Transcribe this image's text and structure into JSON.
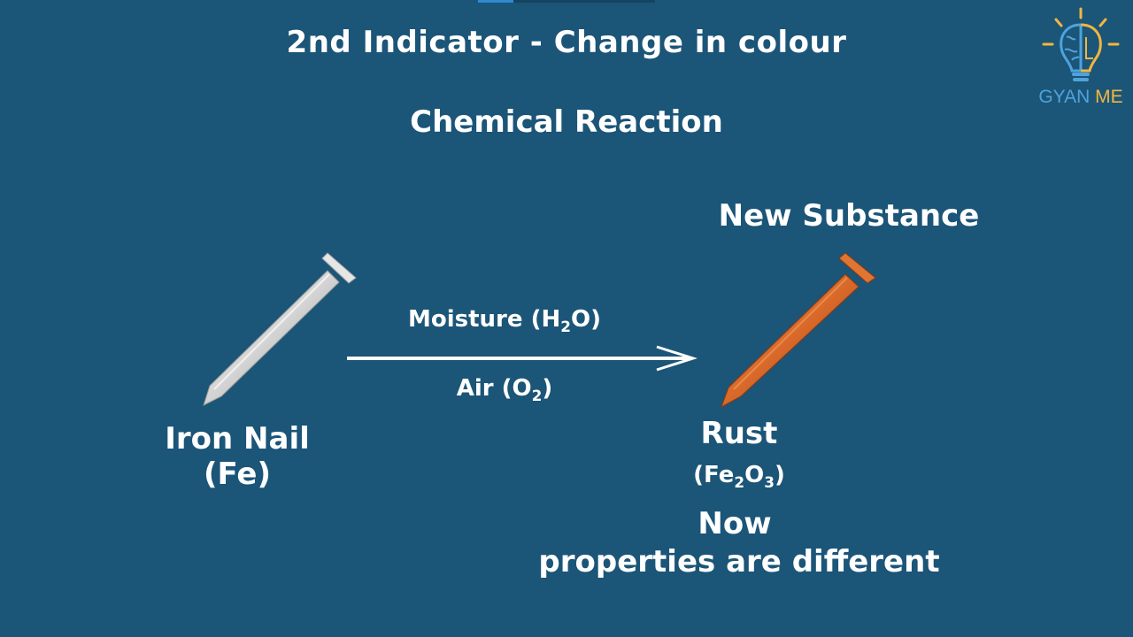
{
  "slide": {
    "title": "2nd Indicator - Change in colour",
    "subtitle": "Chemical Reaction",
    "new_substance_label": "New Substance",
    "reactant": {
      "name": "Iron Nail",
      "formula": "(Fe)"
    },
    "conditions": {
      "moisture_prefix": "Moisture (H",
      "moisture_sub": "2",
      "moisture_suffix": "O)",
      "air_prefix": "Air (O",
      "air_sub": "2",
      "air_suffix": ")"
    },
    "product": {
      "name": "Rust",
      "formula_a": "(Fe",
      "formula_sub1": "2",
      "formula_b": "O",
      "formula_sub2": "3",
      "formula_c": ")"
    },
    "note_line1": "Now",
    "note_line2": "properties are different"
  },
  "logo": {
    "word1": "GYAN",
    "word2": "ME"
  },
  "video_progress": 0.2,
  "colors": {
    "background": "#1b5578",
    "text": "#ffffff",
    "iron": "#d8d8d8",
    "rust": "#d8692a",
    "logo_blue": "#4fa3dc",
    "logo_gold": "#f2b640"
  },
  "icons": [
    "iron-nail-icon",
    "rusted-nail-icon",
    "reaction-arrow-icon",
    "bulb-brain-logo-icon"
  ]
}
